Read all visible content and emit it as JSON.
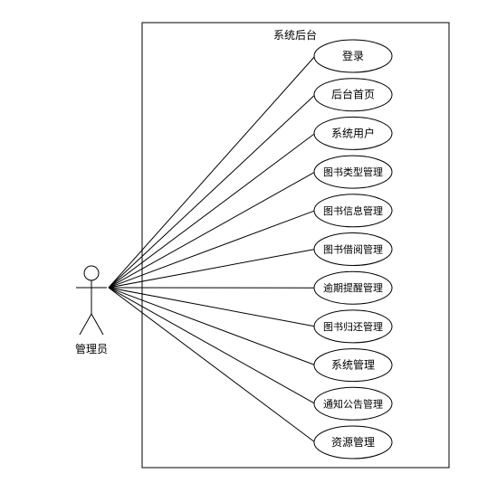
{
  "system": {
    "title": "系统后台"
  },
  "actor": {
    "label": "管理员"
  },
  "use_cases": [
    {
      "id": "uc-login",
      "label": "登录"
    },
    {
      "id": "uc-admin-home",
      "label": "后台首页"
    },
    {
      "id": "uc-system-users",
      "label": "系统用户"
    },
    {
      "id": "uc-book-type-mgmt",
      "label": "图书类型管理"
    },
    {
      "id": "uc-book-info-mgmt",
      "label": "图书信息管理"
    },
    {
      "id": "uc-book-borrow-mgmt",
      "label": "图书借阅管理"
    },
    {
      "id": "uc-overdue-reminder-mgmt",
      "label": "逾期提醒管理"
    },
    {
      "id": "uc-book-return-mgmt",
      "label": "图书归还管理"
    },
    {
      "id": "uc-system-mgmt",
      "label": "系统管理"
    },
    {
      "id": "uc-notice-mgmt",
      "label": "通知公告管理"
    },
    {
      "id": "uc-resource-mgmt",
      "label": "资源管理"
    }
  ],
  "colors": {
    "stroke": "#000000",
    "background": "#ffffff"
  }
}
